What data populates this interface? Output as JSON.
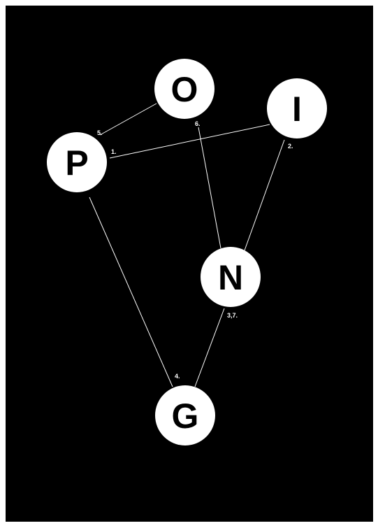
{
  "colors": {
    "background": "#000000",
    "border": "#ffffff",
    "node_fill": "#ffffff",
    "node_text": "#000000",
    "edge": "#ffffff"
  },
  "nodes": {
    "O": "O",
    "I": "I",
    "P": "P",
    "N": "N",
    "G": "G"
  },
  "edge_labels": {
    "1": "1.",
    "2": "2.",
    "3_7": "3,7.",
    "4": "4.",
    "5": "5.",
    "6": "6."
  }
}
